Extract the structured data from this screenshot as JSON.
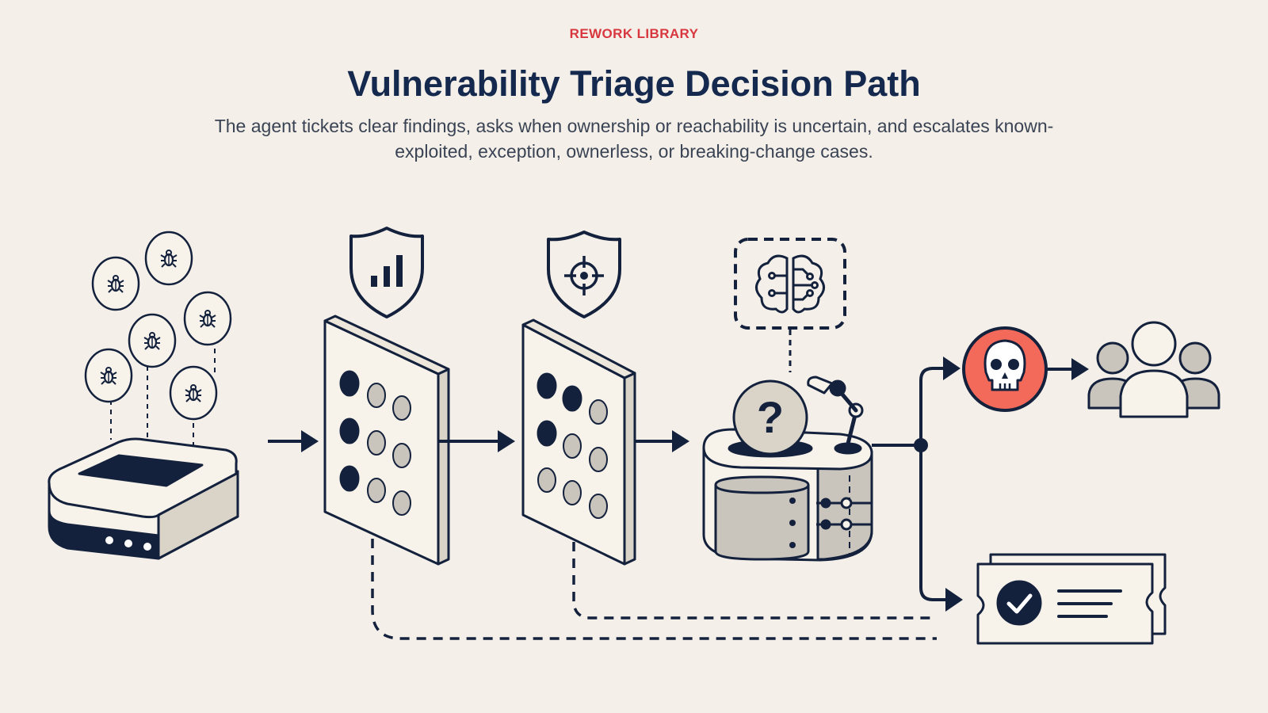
{
  "header": {
    "eyebrow": "REWORK LIBRARY",
    "title": "Vulnerability Triage Decision Path",
    "subtitle": "The agent tickets clear findings, asks when ownership or reachability is uncertain, and escalates known-exploited, exception, ownerless, or breaking-change cases."
  },
  "colors": {
    "ink": "#14213d",
    "background": "#f4f0e9",
    "accent_red": "#f46a5a",
    "eyebrow_red": "#d8373f",
    "gray": "#c9c4bc"
  },
  "icons": [
    "bug-icon",
    "scanner-device-icon",
    "shield-chart-icon",
    "severity-matrix-icon",
    "shield-target-icon",
    "reachability-matrix-icon",
    "brain-icon",
    "question-icon",
    "agent-server-icon",
    "skull-icon",
    "team-icon",
    "ticket-check-icon"
  ]
}
